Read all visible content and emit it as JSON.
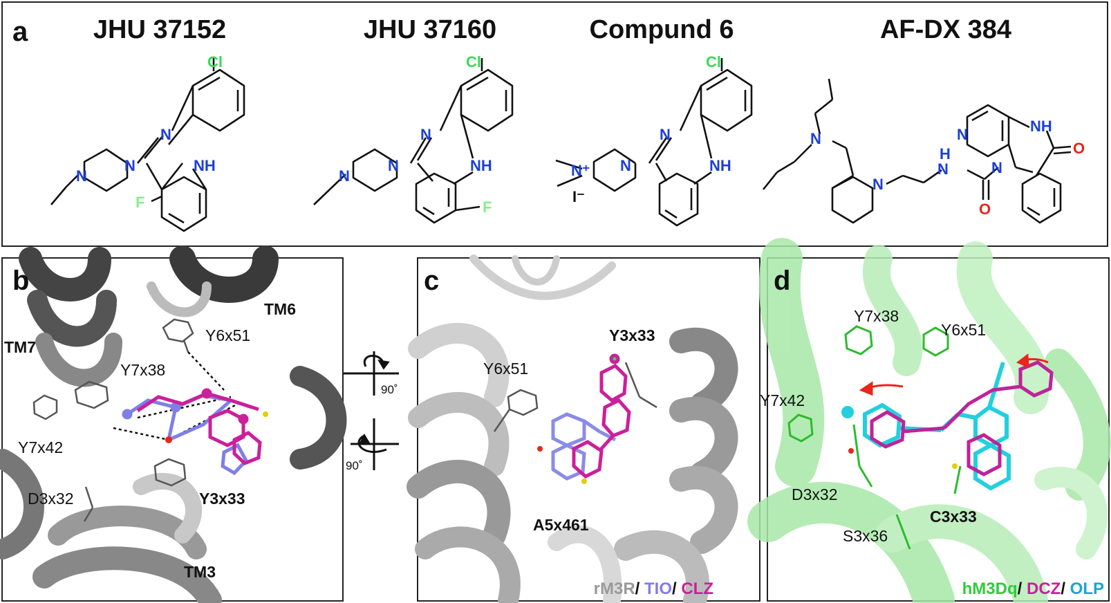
{
  "panel_a": {
    "label": "a",
    "compounds": [
      {
        "name": "JHU 37152",
        "atoms": {
          "cl": "Cl",
          "n1": "N",
          "n2": "N",
          "n3": "N",
          "nh": "NH",
          "f": "F"
        }
      },
      {
        "name": "JHU 37160",
        "atoms": {
          "cl": "Cl",
          "n1": "N",
          "n2": "N",
          "n3": "N",
          "nh": "NH",
          "f": "F"
        }
      },
      {
        "name": "Compund 6",
        "atoms": {
          "cl": "Cl",
          "n1": "N",
          "n2": "N",
          "nplus": "N⁺",
          "iodide": "I⁻",
          "nh": "NH"
        }
      },
      {
        "name": "AF-DX 384",
        "atoms": {
          "n1": "N",
          "n2": "N",
          "n3": "N",
          "nh_top": "NH",
          "nh_h": "H",
          "nh_n": "N",
          "o1": "O",
          "o2": "O",
          "n_ring": "N"
        }
      }
    ]
  },
  "panel_b": {
    "label": "b",
    "labels": [
      "TM6",
      "Y6x51",
      "TM7",
      "Y7x38",
      "Y7x42",
      "D3x32",
      "Y3x33",
      "TM3"
    ]
  },
  "rotation": {
    "top": "90˚",
    "bottom": "90˚"
  },
  "panel_c": {
    "label": "c",
    "labels": [
      "Y3x33",
      "Y6x51",
      "A5x461"
    ],
    "legend": [
      {
        "text": "rM3R",
        "color": "#9a9a9a"
      },
      {
        "text": "/ ",
        "color": "#111111"
      },
      {
        "text": "TIO",
        "color": "#7f7fe6"
      },
      {
        "text": "/ ",
        "color": "#111111"
      },
      {
        "text": "CLZ",
        "color": "#cc1f9b"
      }
    ]
  },
  "panel_d": {
    "label": "d",
    "labels": [
      "Y7x38",
      "Y6x51",
      "Y7x42",
      "D3x32",
      "C3x33",
      "S3x36"
    ],
    "legend": [
      {
        "text": "hM3Dq",
        "color": "#2fcc3a"
      },
      {
        "text": "/ ",
        "color": "#111111"
      },
      {
        "text": "DCZ",
        "color": "#cc1f9b"
      },
      {
        "text": "/ ",
        "color": "#111111"
      },
      {
        "text": "OLP",
        "color": "#1aa6d6"
      }
    ]
  },
  "colors": {
    "tio": "#7f7fe6",
    "clz": "#cc1f9b",
    "olp": "#22d0dd",
    "dcz": "#c0229a",
    "helix_dark": "#3a3a3a",
    "helix_light": "#c8c8c8",
    "helix_green": "#a8e8a8",
    "green_res": "#2cbb2c",
    "arrow": "#e8261b"
  },
  "icons": [
    "rotate-x-icon",
    "rotate-y-icon"
  ]
}
